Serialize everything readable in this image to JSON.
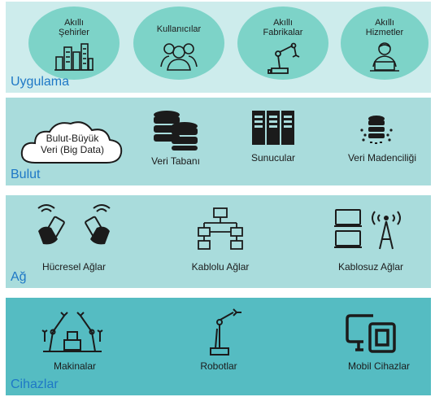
{
  "layers": {
    "uygulama": {
      "title": "Uygulama",
      "items": [
        {
          "line1": "Akıllı",
          "line2": "Şehirler",
          "icon": "city-buildings-icon"
        },
        {
          "line1": "Kullanıcılar",
          "line2": "",
          "icon": "users-group-icon"
        },
        {
          "line1": "Akıllı",
          "line2": "Fabrikalar",
          "icon": "robot-arm-icon"
        },
        {
          "line1": "Akıllı",
          "line2": "Hizmetler",
          "icon": "person-laptop-icon"
        }
      ]
    },
    "bulut": {
      "title": "Bulut",
      "cloud_label_1": "Bulut-Büyük",
      "cloud_label_2": "Veri (Big Data)",
      "items": [
        {
          "label": "Veri Tabanı",
          "icon": "database-icon"
        },
        {
          "label": "Sunucular",
          "icon": "servers-icon"
        },
        {
          "label": "Veri Madenciliği",
          "icon": "data-mining-icon"
        }
      ]
    },
    "ag": {
      "title": "Ağ",
      "items": [
        {
          "label": "Hücresel Ağlar",
          "icon": "cellular-phones-icon"
        },
        {
          "label": "Kablolu Ağlar",
          "icon": "wired-network-icon"
        },
        {
          "label": "Kablosuz Ağlar",
          "icon": "wireless-tower-icon"
        }
      ]
    },
    "cihazlar": {
      "title": "Cihazlar",
      "items": [
        {
          "label": "Makinalar",
          "icon": "industrial-machines-icon"
        },
        {
          "label": "Robotlar",
          "icon": "robot-arm-icon"
        },
        {
          "label": "Mobil Cihazlar",
          "icon": "mobile-devices-icon"
        }
      ]
    }
  },
  "colors": {
    "layer_light": "#cdecec",
    "layer_mid": "#a9dcdc",
    "layer_dark": "#55bcc2",
    "ellipse": "#7dd3c8",
    "title": "#1e78c6"
  }
}
